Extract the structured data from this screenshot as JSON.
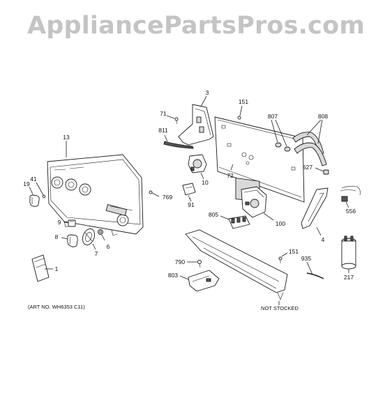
{
  "watermark": "AppliancePartsPros.com",
  "art_number": "(ART NO. WH6353 C11)",
  "not_stocked_label": "NOT STOCKED",
  "callouts": {
    "c1": "1",
    "c3": "3",
    "c4": "4",
    "c6": "6",
    "c7": "7",
    "c8": "8",
    "c9": "9",
    "c10": "10",
    "c13": "13",
    "c19": "19",
    "c41": "41",
    "c71": "71",
    "c72": "72",
    "c91": "91",
    "c100": "100",
    "c151a": "151",
    "c151b": "151",
    "c217": "217",
    "c556": "556",
    "c627": "627",
    "c769": "769",
    "c790": "790",
    "c803": "803",
    "c805": "805",
    "c807": "807",
    "c808": "808",
    "c811": "811",
    "c935": "935"
  }
}
